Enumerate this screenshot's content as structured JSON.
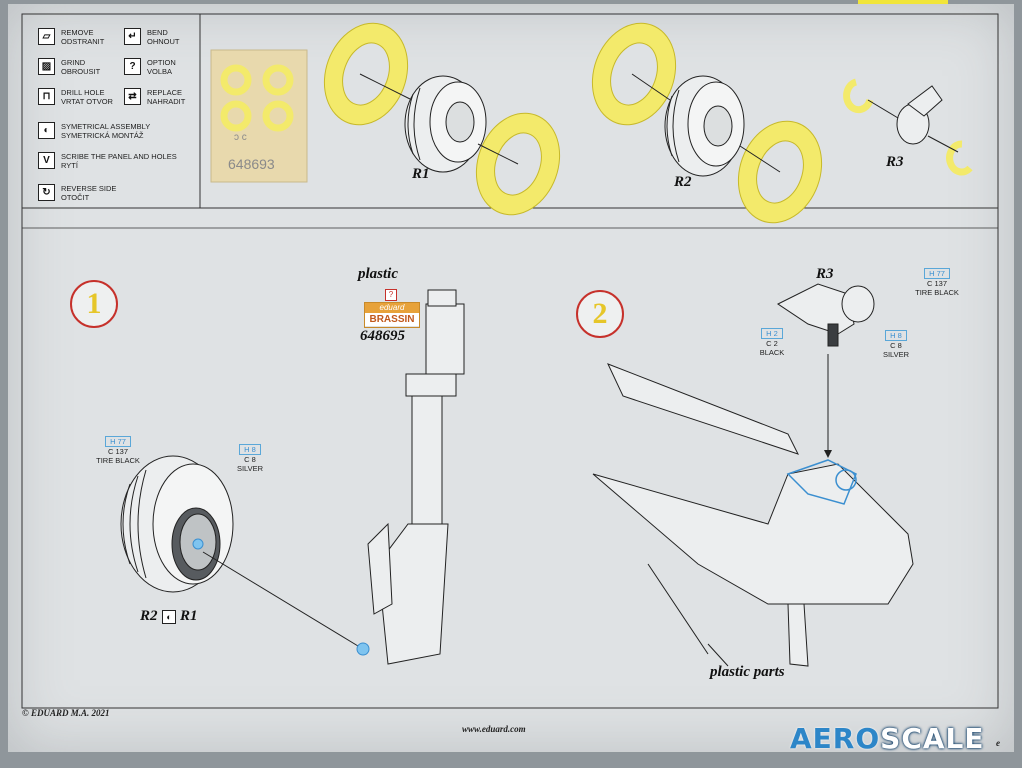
{
  "legend": {
    "items": [
      {
        "icon": "remove-icon",
        "glyph": "▱",
        "lines": [
          "REMOVE",
          "ODSTRANIT"
        ]
      },
      {
        "icon": "bend-icon",
        "glyph": "↵",
        "lines": [
          "BEND",
          "OHNOUT"
        ]
      },
      {
        "icon": "grind-icon",
        "glyph": "▨",
        "lines": [
          "GRIND",
          "OBROUSIT"
        ]
      },
      {
        "icon": "option-icon",
        "glyph": "?",
        "lines": [
          "OPTION",
          "VOLBA"
        ]
      },
      {
        "icon": "drill-hole-icon",
        "glyph": "⊓",
        "lines": [
          "DRILL HOLE",
          "VRTAT OTVOR"
        ]
      },
      {
        "icon": "replace-icon",
        "glyph": "⇄",
        "lines": [
          "REPLACE",
          "NAHRADIT"
        ]
      },
      {
        "icon": "symmetrical-assembly-icon",
        "glyph": "◐",
        "lines": [
          "SYMETRICAL ASSEMBLY",
          "SYMETRICKÁ MONTÁŽ"
        ]
      },
      {
        "icon": "scribe-icon",
        "glyph": "V",
        "lines": [
          "SCRIBE THE PANEL AND HOLES",
          "RYTÍ"
        ]
      },
      {
        "icon": "reverse-side-icon",
        "glyph": "↻",
        "lines": [
          "REVERSE SIDE",
          "OTOČIT"
        ]
      }
    ]
  },
  "mask_set": {
    "number": "648693",
    "mark": "ɔ c"
  },
  "parts": {
    "r1": "R1",
    "r2": "R2",
    "r3": "R3",
    "r2r1": "R2",
    "r1b": "R1"
  },
  "steps": {
    "one": "1",
    "two": "2"
  },
  "plastic_label": "plastic",
  "option_glyph": "?",
  "brassin": {
    "top": "eduard",
    "bottom": "BRASSIN",
    "number": "648695"
  },
  "callouts": {
    "tire_left": {
      "h": "H 77",
      "c": "C 137",
      "n": "TIRE BLACK"
    },
    "silver_left": {
      "h": "H 8",
      "c": "C 8",
      "n": "SILVER"
    },
    "tire_right": {
      "h": "H 77",
      "c": "C 137",
      "n": "TIRE BLACK"
    },
    "black_right": {
      "h": "H 2",
      "c": "C 2",
      "n": "BLACK"
    },
    "silver_right": {
      "h": "H 8",
      "c": "C 8",
      "n": "SILVER"
    }
  },
  "plastic_parts": "plastic parts",
  "footer": {
    "copyright": "© EDUARD  M.A. 2021",
    "website": "www.eduard.com",
    "page_letter": "e"
  },
  "watermark": {
    "aero": "AER",
    "o": "O",
    "scale": "SCALE"
  },
  "colors": {
    "mask_yellow": "#f3ea6b",
    "step_red": "#c6312b",
    "paint_blue": "#5aa7d8",
    "sheet": "#dfe2e4"
  }
}
